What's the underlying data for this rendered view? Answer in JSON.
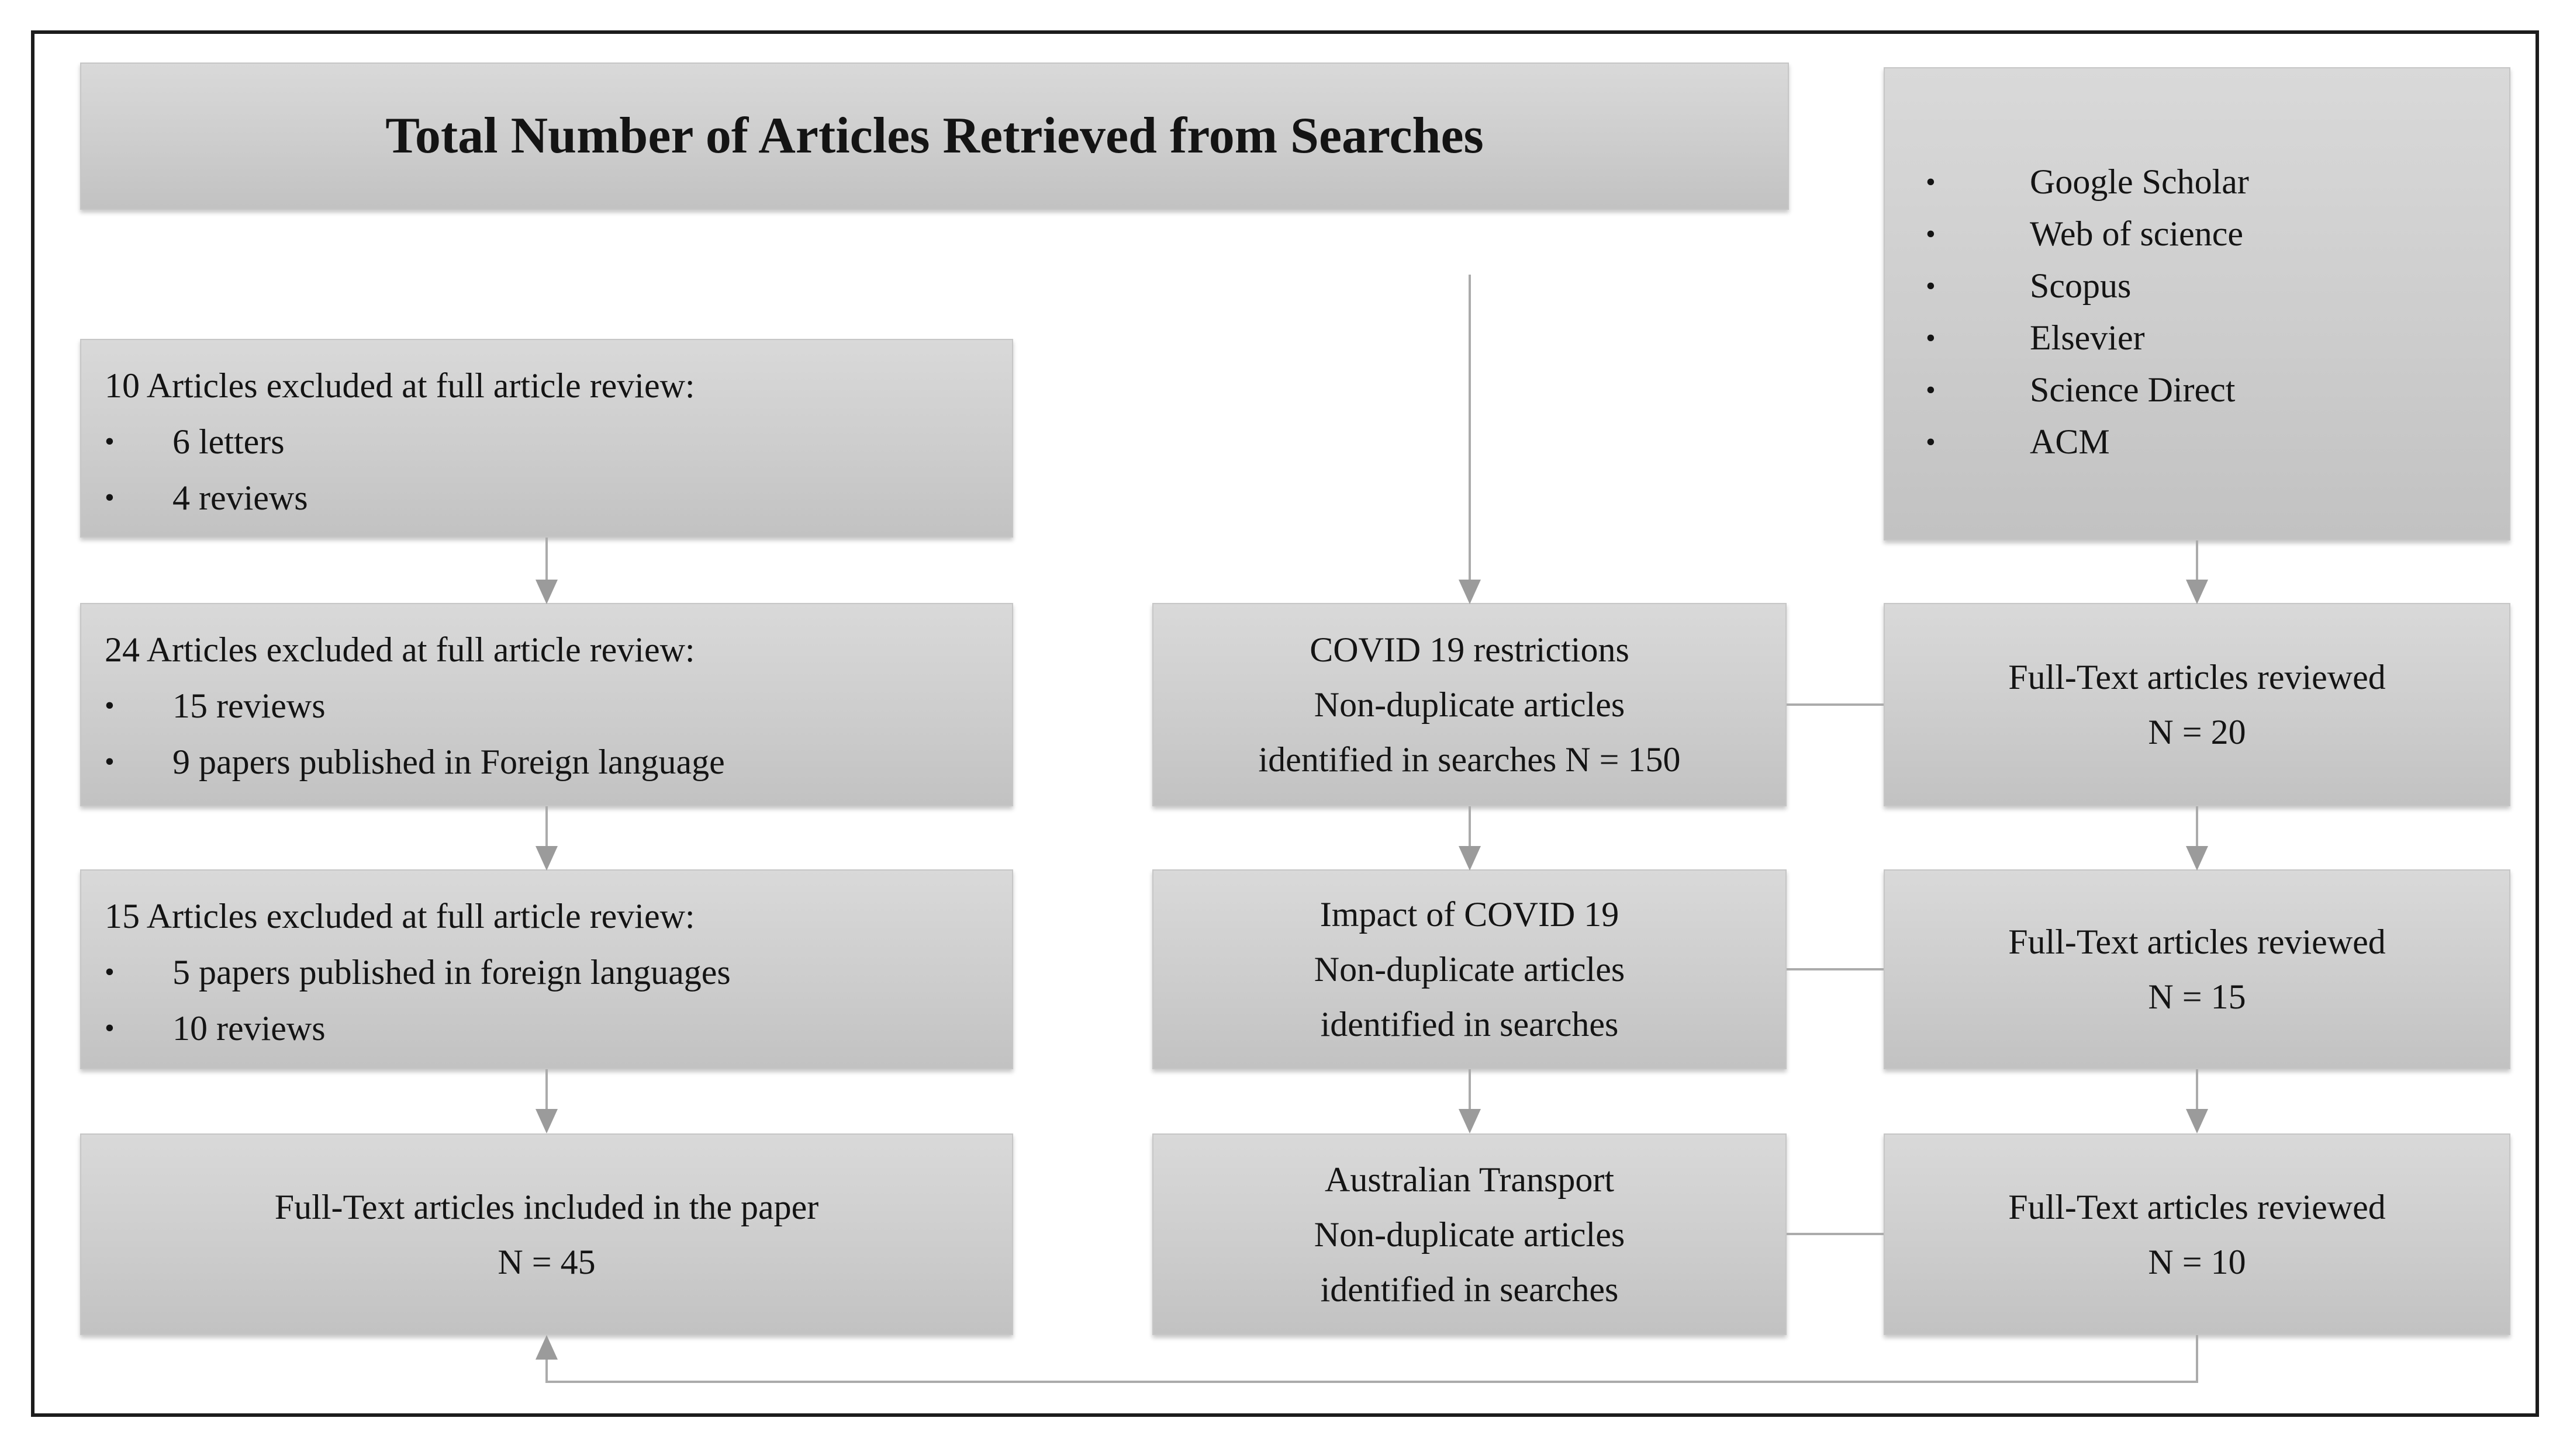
{
  "diagram": {
    "bullet_char": "•",
    "title_box": {
      "label": "Total Number of Articles Retrieved from Searches"
    },
    "sources_box": {
      "items": [
        "Google Scholar",
        "Web of science",
        "Scopus",
        "Elsevier",
        "Science Direct",
        "ACM"
      ]
    },
    "exclusion_boxes": [
      {
        "heading": "10 Articles excluded at full article review:",
        "bullets": [
          "6 letters",
          "4 reviews"
        ]
      },
      {
        "heading": "24 Articles excluded at full article review:",
        "bullets": [
          "15 reviews",
          "9 papers published in Foreign language"
        ]
      },
      {
        "heading": "15 Articles excluded at full article review:",
        "bullets": [
          "5 papers published in foreign languages",
          "10 reviews"
        ]
      }
    ],
    "included_box": {
      "line1": "Full-Text articles included in the paper",
      "line2": "N = 45"
    },
    "search_boxes": [
      {
        "line1": "COVID 19 restrictions",
        "line2": "Non-duplicate articles",
        "line3": "identified in searches N = 150"
      },
      {
        "line1": "Impact of COVID 19",
        "line2": "Non-duplicate articles",
        "line3": "identified in searches"
      },
      {
        "line1": "Australian Transport",
        "line2": "Non-duplicate articles",
        "line3": "identified in searches"
      }
    ],
    "review_boxes": [
      {
        "line1": "Full-Text articles reviewed",
        "line2": "N = 20"
      },
      {
        "line1": "Full-Text articles reviewed",
        "line2": "N = 15"
      },
      {
        "line1": "Full-Text articles reviewed",
        "line2": "N = 10"
      }
    ],
    "colors": {
      "box_gradient_top": "#d9d9d9",
      "box_gradient_bottom": "#c2c2c2",
      "box_border": "#c6c6c6",
      "connector": "#ababab",
      "arrowhead": "#9b9b9b",
      "frame_border": "#1c1c1c",
      "text": "#141414",
      "background": "#ffffff"
    }
  }
}
